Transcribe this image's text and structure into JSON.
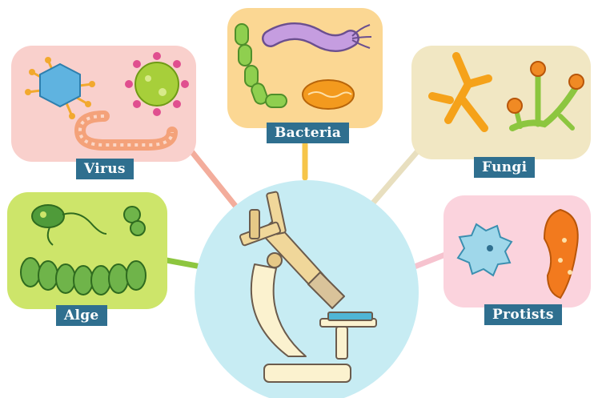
{
  "title": "",
  "center": {
    "icon": "microscope-icon",
    "circle_color": "#c7ecf3"
  },
  "categories": [
    {
      "id": "virus",
      "label": "Virus",
      "panel_color": "#f9d0cc",
      "connector_color": "#f3ad9c",
      "icons": [
        "virus-icon",
        "coronavirus-icon",
        "helical-virus-icon"
      ]
    },
    {
      "id": "bacteria",
      "label": "Bacteria",
      "panel_color": "#fbd793",
      "connector_color": "#f6c549",
      "icons": [
        "bacilli-chain-icon",
        "spirillum-icon",
        "bacillus-icon"
      ]
    },
    {
      "id": "fungi",
      "label": "Fungi",
      "panel_color": "#f1e7c3",
      "connector_color": "#e8dfbf",
      "icons": [
        "hyphae-icon",
        "mold-sporangia-icon"
      ]
    },
    {
      "id": "alge",
      "label": "Alge",
      "panel_color": "#cde56a",
      "connector_color": "#8dc63f",
      "icons": [
        "euglena-icon",
        "small-alga-icon",
        "filament-alga-icon"
      ]
    },
    {
      "id": "protists",
      "label": "Protists",
      "panel_color": "#fbd3dd",
      "connector_color": "#f6c3cf",
      "icons": [
        "amoeba-icon",
        "paramecium-icon"
      ]
    }
  ]
}
